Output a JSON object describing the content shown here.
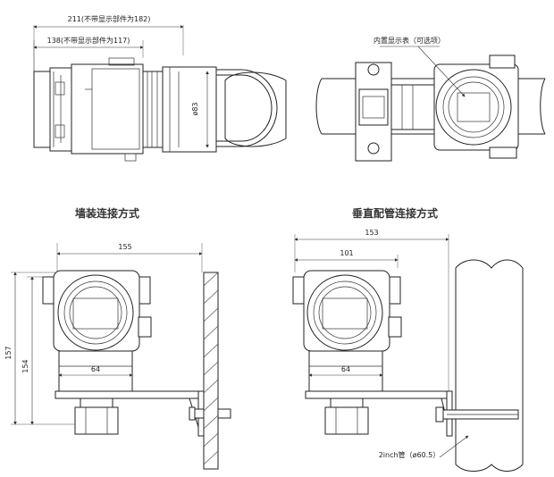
{
  "top_view": {
    "dim_overall": "211(不带显示部件为182)",
    "dim_partial": "138(不带显示部件为117)",
    "dim_diameter": "ø83"
  },
  "side_view": {
    "display_note": "内置显示表（可选项）"
  },
  "wall_mount": {
    "title": "墙装连接方式",
    "dim_width": "155",
    "dim_height_total": "157",
    "dim_height_inner": "154",
    "dim_bracket": "64"
  },
  "pipe_mount": {
    "title": "垂直配管连接方式",
    "dim_width": "153",
    "dim_width_inner": "101",
    "dim_bracket": "64",
    "pipe_label": "2inch管（ø60.5）"
  }
}
